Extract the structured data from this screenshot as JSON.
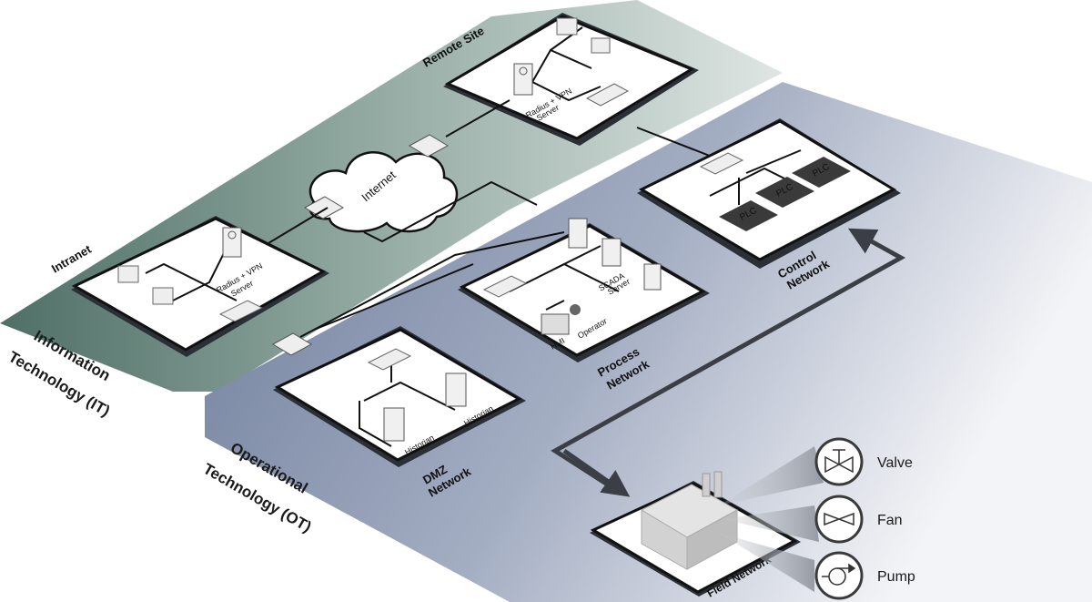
{
  "colors": {
    "it_band": "#aebfb8",
    "it_band_dark": "#6f8a82",
    "ot_band": "#8d9bb3",
    "ot_band_dark": "#6f7f9e",
    "plate": "#ffffff",
    "plate_shadow": "#555b66",
    "line": "#111111",
    "device_light": "#f2f2f2",
    "device_dark": "#3a3a3a",
    "arrow": "#3b3f45"
  },
  "zones": {
    "it": {
      "line1": "Information",
      "line2": "Technology (IT)"
    },
    "ot": {
      "line1": "Operational",
      "line2": "Technology (OT)"
    }
  },
  "networks": {
    "remote": {
      "title": "Remote Site",
      "server_line1": "Radius + VPN",
      "server_line2": "Server"
    },
    "intranet": {
      "title": "Intranet",
      "server_line1": "Radius + VPN",
      "server_line2": "Server"
    },
    "internet": {
      "label": "Internet"
    },
    "control": {
      "title_line1": "Control",
      "title_line2": "Network",
      "plc_label": "PLC"
    },
    "process": {
      "title_line1": "Process",
      "title_line2": "Network",
      "scada_line1": "SCADA",
      "scada_line2": "Server",
      "operator": "Operator",
      "hmi": "HMI"
    },
    "dmz": {
      "title_line1": "DMZ",
      "title_line2": "Network",
      "historian": "Historian"
    },
    "field": {
      "title": "Field Network"
    }
  },
  "legend": [
    {
      "icon": "valve-icon",
      "label": "Valve"
    },
    {
      "icon": "fan-icon",
      "label": "Fan"
    },
    {
      "icon": "pump-icon",
      "label": "Pump"
    }
  ]
}
